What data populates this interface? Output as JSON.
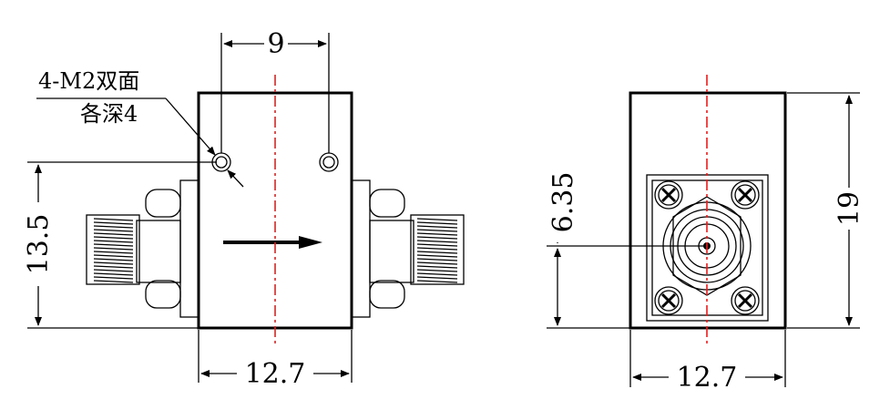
{
  "dimensions": {
    "hole_spacing": "9",
    "height_left": "13.5",
    "width_left": "12.7",
    "connector_height": "6.35",
    "width_right": "12.7",
    "height_right": "19"
  },
  "notes": {
    "hole_spec_line1": "4-M2双面",
    "hole_spec_line2": "各深4"
  },
  "colors": {
    "outline": "#000000",
    "centerline": "#e02020"
  }
}
